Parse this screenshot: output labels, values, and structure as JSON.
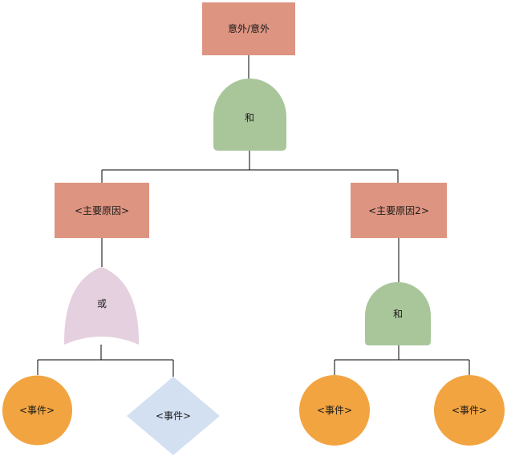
{
  "diagram": {
    "type": "fault-tree",
    "nodes": {
      "top_event": {
        "label": "意外/意外",
        "shape": "rectangle"
      },
      "root_gate": {
        "label": "和",
        "shape": "and-gate"
      },
      "cause_left": {
        "label": "<主要原因>",
        "shape": "rectangle"
      },
      "cause_right": {
        "label": "<主要原因2>",
        "shape": "rectangle"
      },
      "or_gate": {
        "label": "或",
        "shape": "or-gate"
      },
      "and_gate_2": {
        "label": "和",
        "shape": "and-gate"
      },
      "event_1": {
        "label": "<事件>",
        "shape": "circle"
      },
      "event_2": {
        "label": "<事件>",
        "shape": "diamond"
      },
      "event_3": {
        "label": "<事件>",
        "shape": "circle"
      },
      "event_4": {
        "label": "<事件>",
        "shape": "circle"
      }
    },
    "colors": {
      "rect_fill": "#dd9480",
      "rect_stroke": "#e8ab99",
      "and_fill": "#a9c69b",
      "and_stroke": "#b9d0ac",
      "or_fill": "#e5d0df",
      "or_stroke": "#eedbe9",
      "circle_fill": "#f2a441",
      "circle_stroke": "#f5b469",
      "diamond_fill": "#d3e0f2",
      "diamond_stroke": "#c3d4ec",
      "connector": "#000000",
      "background": "#ffffff"
    }
  }
}
